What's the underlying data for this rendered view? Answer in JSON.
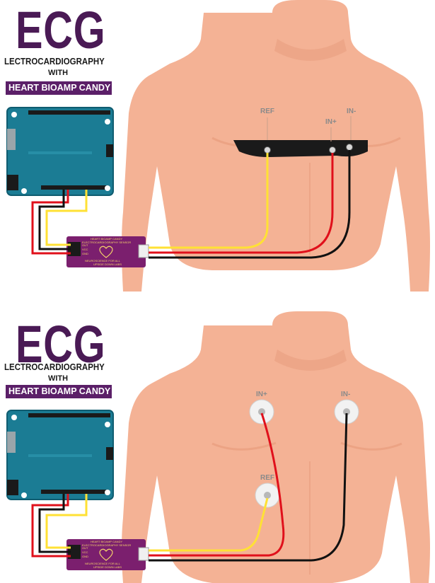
{
  "panels": [
    {
      "id": "chest-strap",
      "title": "ECG",
      "subtitle": "LECTROCARDIOGRAPHY",
      "with_text": "WITH",
      "product_band": "HEART BIOAMP CANDY",
      "leads": {
        "ref": "REF",
        "in_plus": "IN+",
        "in_minus": "IN-"
      }
    },
    {
      "id": "gel-electrodes",
      "title": "ECG",
      "subtitle": "LECTROCARDIOGRAPHY",
      "with_text": "WITH",
      "product_band": "HEART BIOAMP CANDY",
      "leads": {
        "ref": "REF",
        "in_plus": "IN+",
        "in_minus": "IN-"
      }
    }
  ],
  "board": {
    "sensor_title": "HEART BIOAMP CANDY",
    "sensor_subtitle": "ELECTROCARDIOGRAPHY SENSOR",
    "sensor_tagline": "NEUROSCIENCE FOR ALL",
    "sensor_maker": "UPSIDE DOWN LABS",
    "pin_out": "OUT",
    "pin_vcc": "VCC",
    "pin_gnd": "GND"
  },
  "colors": {
    "skin": "#f4b295",
    "skin_shade": "#e89c7e",
    "arduino": "#1b7c94",
    "sensor": "#7b1f6e",
    "wire_yellow": "#ffe135",
    "wire_red": "#e0101b",
    "wire_black": "#111111",
    "strap": "#1a1a1a",
    "title_purple": "#4a1a55"
  }
}
